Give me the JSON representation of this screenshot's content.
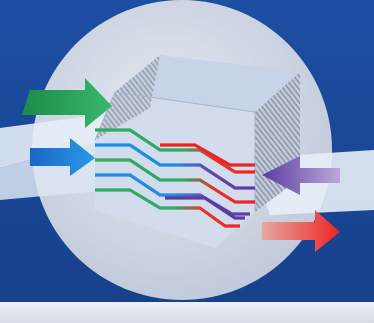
{
  "colors": {
    "background_top": "#1c4ea3",
    "background_bottom": "#17408a",
    "disc": "#d3d9e6",
    "core_top": "#c7d3e6",
    "core_front": "#d2dced",
    "core_right": "#b6c3d8",
    "fins": "#9aa6ba",
    "panel": "#e4edf8",
    "stream_green": "#2faa63",
    "stream_blue": "#1f8ee0",
    "stream_red": "#ee2424",
    "stream_purple": "#5b3ca4",
    "bottom_band": "#dfe3ea"
  },
  "icons": {
    "inlet_top": "arrow-right-green",
    "inlet_bottom": "arrow-right-blue",
    "inlet_right": "arrow-left-purple",
    "outlet_right": "arrow-right-red"
  }
}
